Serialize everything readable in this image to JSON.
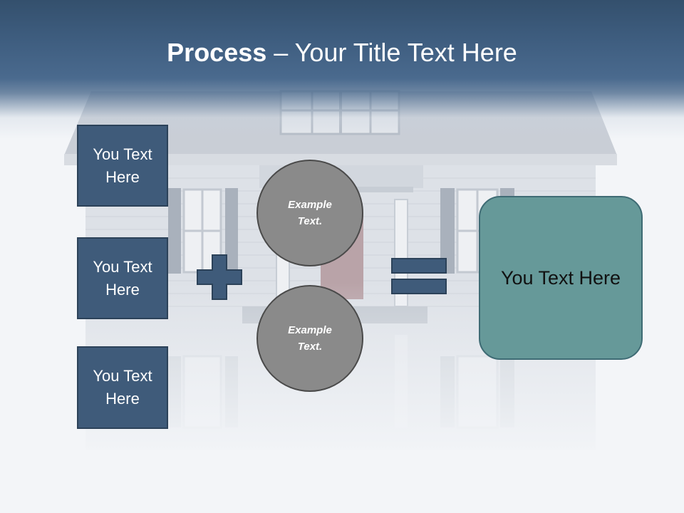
{
  "title": {
    "bold": "Process",
    "rest": " – Your Title Text Here"
  },
  "left_boxes": [
    {
      "label": "You Text Here"
    },
    {
      "label": "You Text Here"
    },
    {
      "label": "You Text Here"
    }
  ],
  "circles": [
    {
      "label": "Example Text."
    },
    {
      "label": "Example Text."
    }
  ],
  "result": {
    "label": "You Text Here"
  },
  "colors": {
    "header": "#3e5d7f",
    "box_fill": "#3f5b7a",
    "circle_fill": "#8a8a8a",
    "result_fill": "#669999"
  }
}
